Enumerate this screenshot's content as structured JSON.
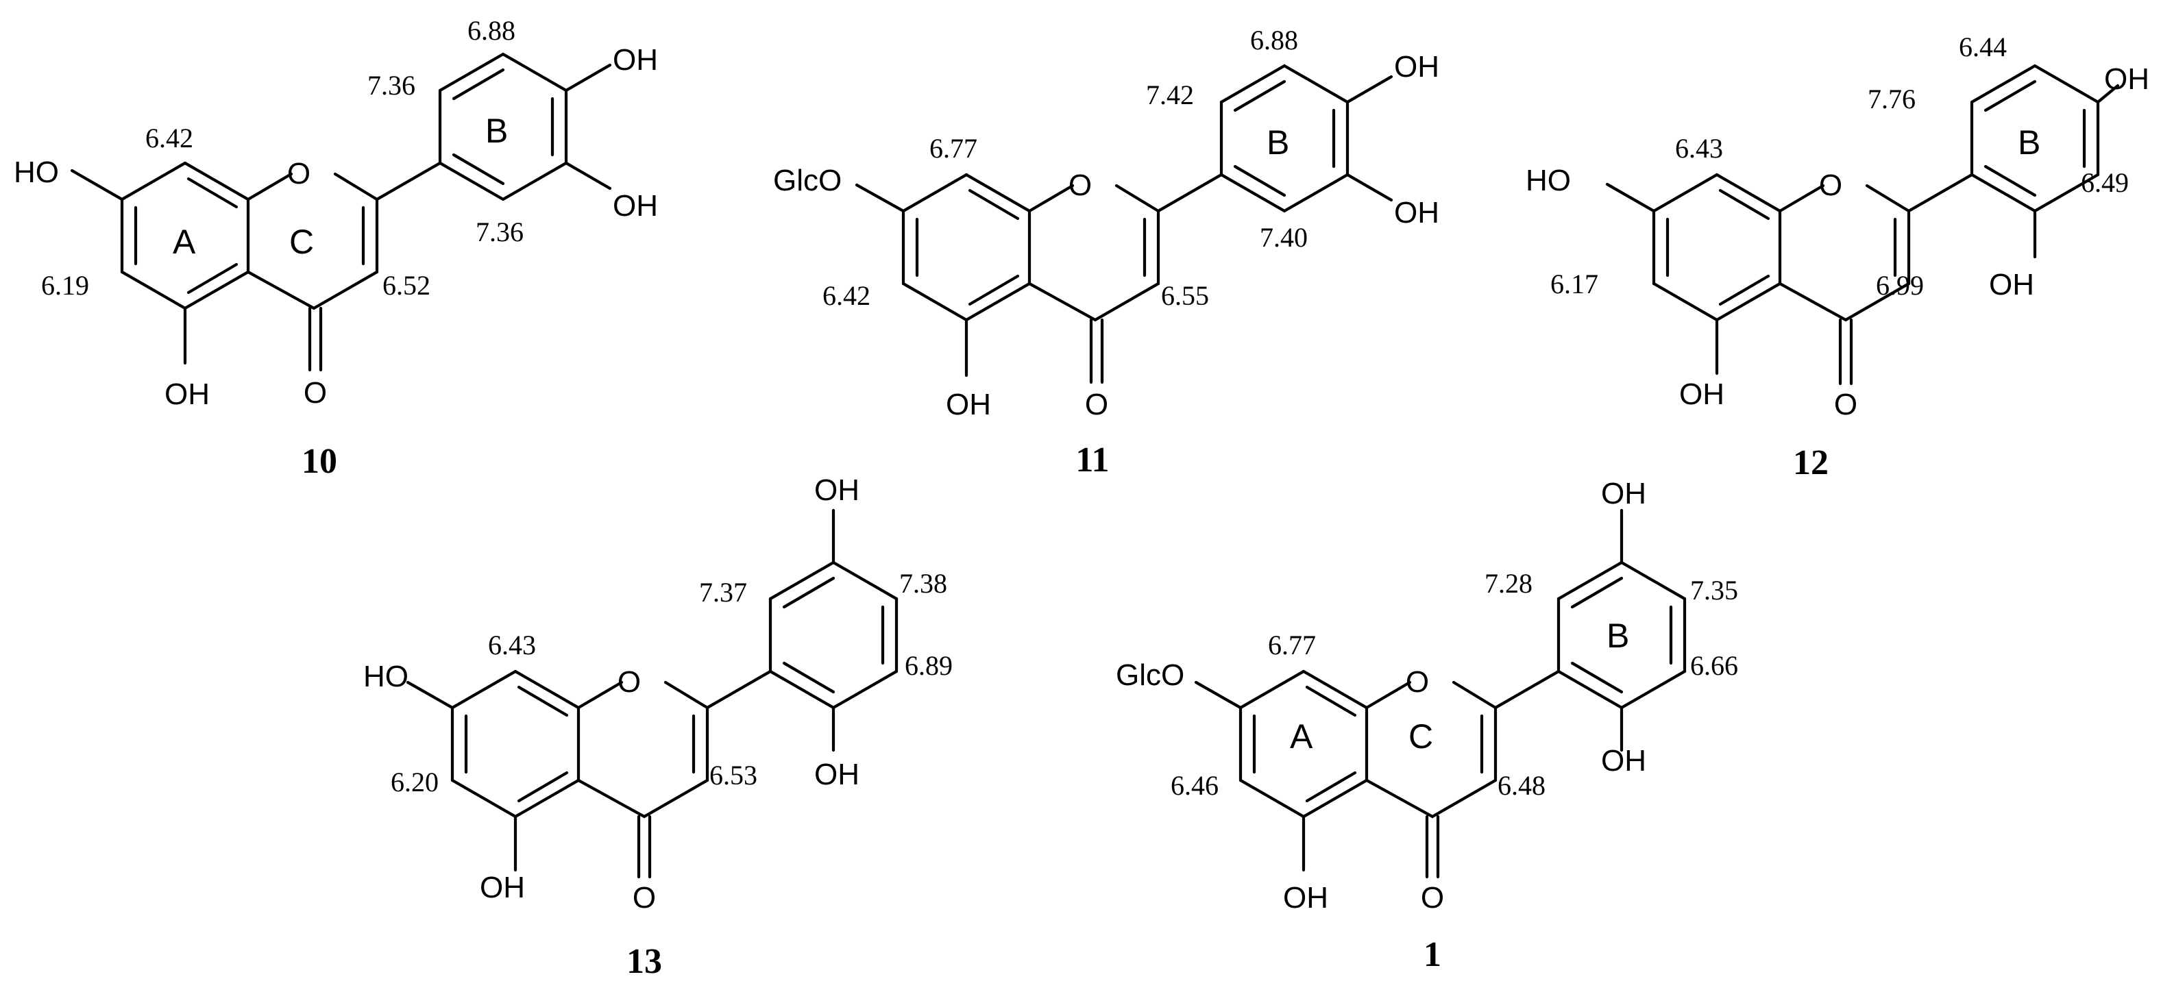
{
  "compounds": [
    {
      "id": "10",
      "sub_7": "HO",
      "sub_5": "OH",
      "sub_4": "O",
      "sub_o1": "O",
      "b_subs": {
        "para": "OH",
        "meta": "OH"
      },
      "rings": {
        "A": "A",
        "B": "B",
        "C": "C"
      },
      "shifts": {
        "h8": "6.42",
        "h6": "6.19",
        "h3": "6.52",
        "h_top_ortho": "7.36",
        "h_top_meta": "6.88",
        "h_bot_ortho": "7.36"
      }
    },
    {
      "id": "11",
      "sub_7": "GlcO",
      "sub_5": "OH",
      "sub_4": "O",
      "sub_o1": "O",
      "b_subs": {
        "para": "OH",
        "meta": "OH"
      },
      "rings": {
        "B": "B"
      },
      "shifts": {
        "h8": "6.77",
        "h6": "6.42",
        "h3": "6.55",
        "h_top_ortho": "7.42",
        "h_top_meta": "6.88",
        "h_bot_ortho": "7.40"
      }
    },
    {
      "id": "12",
      "sub_7": "HO",
      "sub_5": "OH",
      "sub_4": "O",
      "sub_o1": "O",
      "b_subs": {
        "para": "OH",
        "ortho": "OH"
      },
      "rings": {
        "B": "B"
      },
      "shifts": {
        "h8": "6.43",
        "h6": "6.17",
        "h3": "6.99",
        "h_top_ortho": "7.76",
        "h_top_meta": "6.44",
        "h_bot_meta": "6.49"
      }
    },
    {
      "id": "13",
      "sub_7": "HO",
      "sub_5": "OH",
      "sub_4": "O",
      "sub_o1": "O",
      "b_subs": {
        "meta_top": "OH",
        "ortho_bot": "OH"
      },
      "shifts": {
        "h8": "6.43",
        "h6": "6.20",
        "h3": "6.53",
        "h_ortho_top": "7.37",
        "h_para": "7.38",
        "h_meta_bot": "6.89"
      }
    },
    {
      "id": "1",
      "sub_7": "GlcO",
      "sub_5": "OH",
      "sub_4": "O",
      "sub_o1": "O",
      "b_subs": {
        "meta_top": "OH",
        "ortho_bot": "OH"
      },
      "rings": {
        "A": "A",
        "B": "B",
        "C": "C"
      },
      "shifts": {
        "h8": "6.77",
        "h6": "6.46",
        "h3": "6.48",
        "h_ortho_top": "7.28",
        "h_para": "7.35",
        "h_meta_bot": "6.66"
      }
    }
  ]
}
